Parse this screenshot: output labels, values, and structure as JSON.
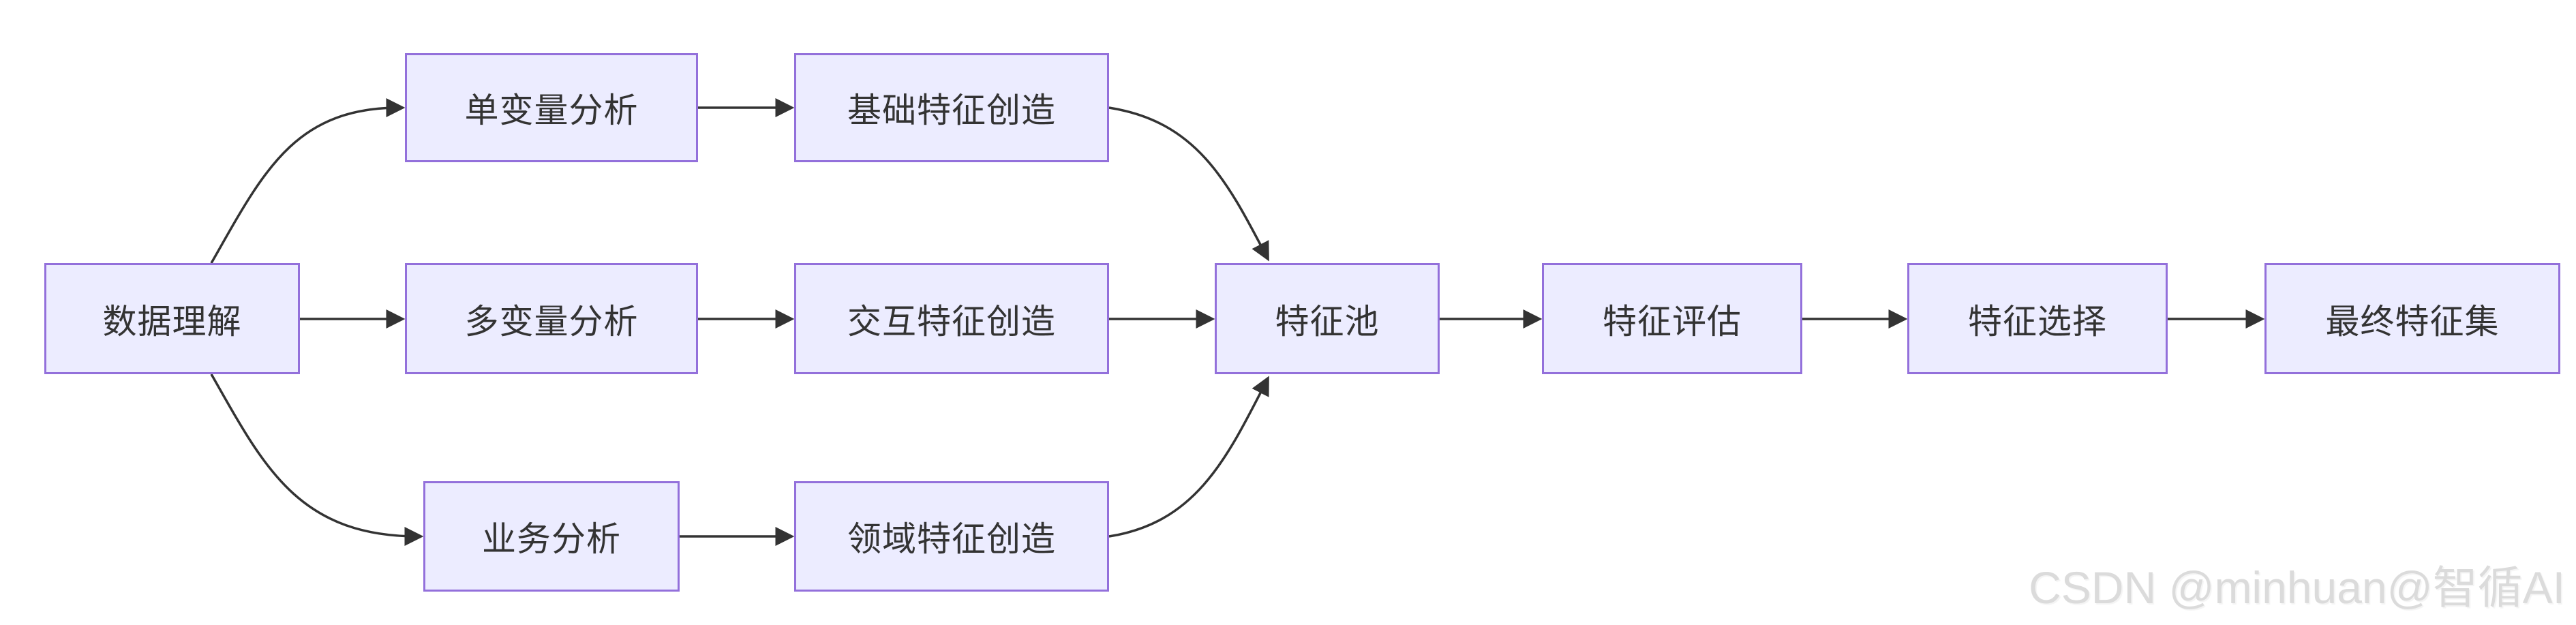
{
  "diagram": {
    "nodes": [
      {
        "id": "data-understanding",
        "label": "数据理解"
      },
      {
        "id": "univariate-analysis",
        "label": "单变量分析"
      },
      {
        "id": "basic-feature-creation",
        "label": "基础特征创造"
      },
      {
        "id": "multivariate-analysis",
        "label": "多变量分析"
      },
      {
        "id": "interaction-feature-creation",
        "label": "交互特征创造"
      },
      {
        "id": "business-analysis",
        "label": "业务分析"
      },
      {
        "id": "domain-feature-creation",
        "label": "领域特征创造"
      },
      {
        "id": "feature-pool",
        "label": "特征池"
      },
      {
        "id": "feature-evaluation",
        "label": "特征评估"
      },
      {
        "id": "feature-selection",
        "label": "特征选择"
      },
      {
        "id": "final-feature-set",
        "label": "最终特征集"
      }
    ],
    "edges": [
      {
        "from": "数据理解",
        "to": "单变量分析"
      },
      {
        "from": "数据理解",
        "to": "多变量分析"
      },
      {
        "from": "数据理解",
        "to": "业务分析"
      },
      {
        "from": "单变量分析",
        "to": "基础特征创造"
      },
      {
        "from": "多变量分析",
        "to": "交互特征创造"
      },
      {
        "from": "业务分析",
        "to": "领域特征创造"
      },
      {
        "from": "基础特征创造",
        "to": "特征池"
      },
      {
        "from": "交互特征创造",
        "to": "特征池"
      },
      {
        "from": "领域特征创造",
        "to": "特征池"
      },
      {
        "from": "特征池",
        "to": "特征评估"
      },
      {
        "from": "特征评估",
        "to": "特征选择"
      },
      {
        "from": "特征选择",
        "to": "最终特征集"
      }
    ],
    "colors": {
      "node_fill": "#ECECFF",
      "node_border": "#9370DB",
      "edge_stroke": "#333333",
      "label_text": "#333333",
      "background": "#FFFFFF",
      "watermark_text": "#DBDBDB"
    }
  },
  "watermark": {
    "text": "CSDN @minhuan@智循AI"
  }
}
